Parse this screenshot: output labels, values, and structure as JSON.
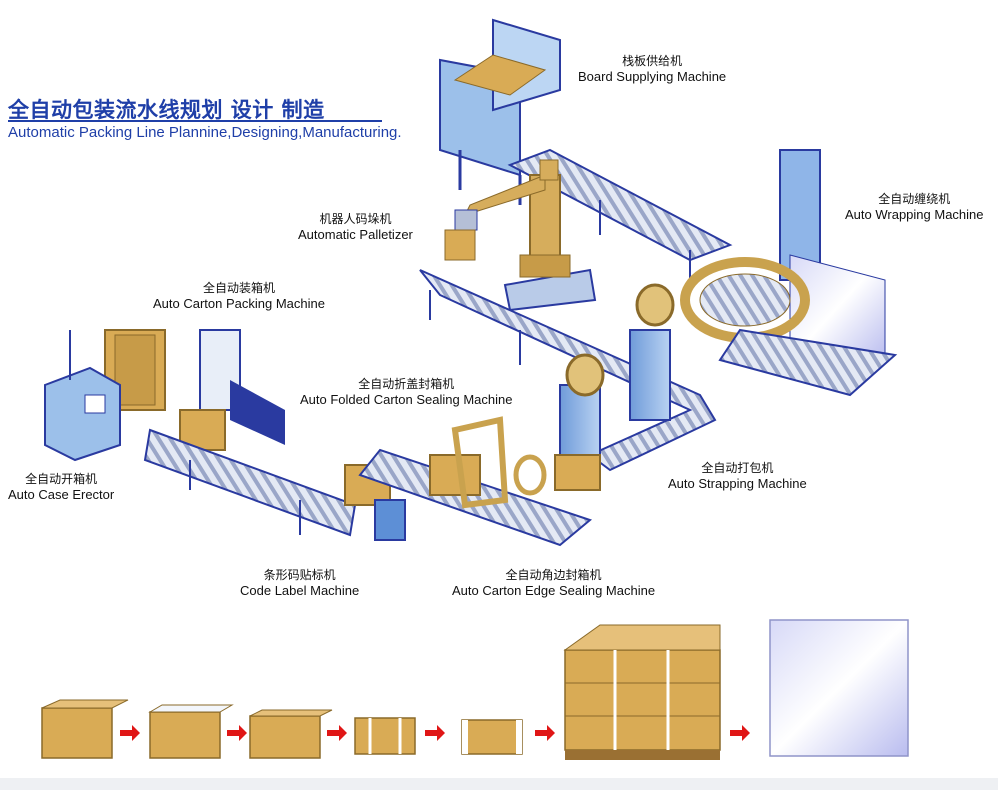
{
  "title": {
    "cn": "全自动包装流水线规划 设计 制造",
    "en": "Automatic Packing Line Plannine,Designing,Manufacturing."
  },
  "machines": [
    {
      "id": "board-supplying",
      "cn": "栈板供给机",
      "en": "Board Supplying Machine"
    },
    {
      "id": "auto-wrapping",
      "cn": "全自动缠绕机",
      "en": "Auto Wrapping Machine"
    },
    {
      "id": "automatic-palletizer",
      "cn": "机器人码垛机",
      "en": "Automatic Palletizer"
    },
    {
      "id": "auto-carton-packing",
      "cn": "全自动装箱机",
      "en": "Auto Carton Packing Machine"
    },
    {
      "id": "auto-folded-carton-sealing",
      "cn": "全自动折盖封箱机",
      "en": "Auto Folded Carton Sealing Machine"
    },
    {
      "id": "auto-strapping",
      "cn": "全自动打包机",
      "en": "Auto Strapping Machine"
    },
    {
      "id": "auto-case-erector",
      "cn": "全自动开箱机",
      "en": "Auto Case Erector"
    },
    {
      "id": "code-label",
      "cn": "条形码贴标机",
      "en": "Code Label Machine"
    },
    {
      "id": "auto-carton-edge-sealing",
      "cn": "全自动角边封箱机",
      "en": "Auto Carton Edge Sealing Machine"
    }
  ],
  "process_steps": [
    "open-carton",
    "filled-carton",
    "sealed-carton",
    "strapped-carton",
    "edge-protected-carton",
    "palletized-stack",
    "wrapped-pallet"
  ],
  "colors": {
    "title": "#1f3fa8",
    "carton": "#d9ab55",
    "carton_dark": "#b08436",
    "conveyor_frame": "#2a3aa0",
    "roller": "#c9d1e6",
    "machine_blue": "#8fb5e8",
    "arrow": "#e01616"
  }
}
